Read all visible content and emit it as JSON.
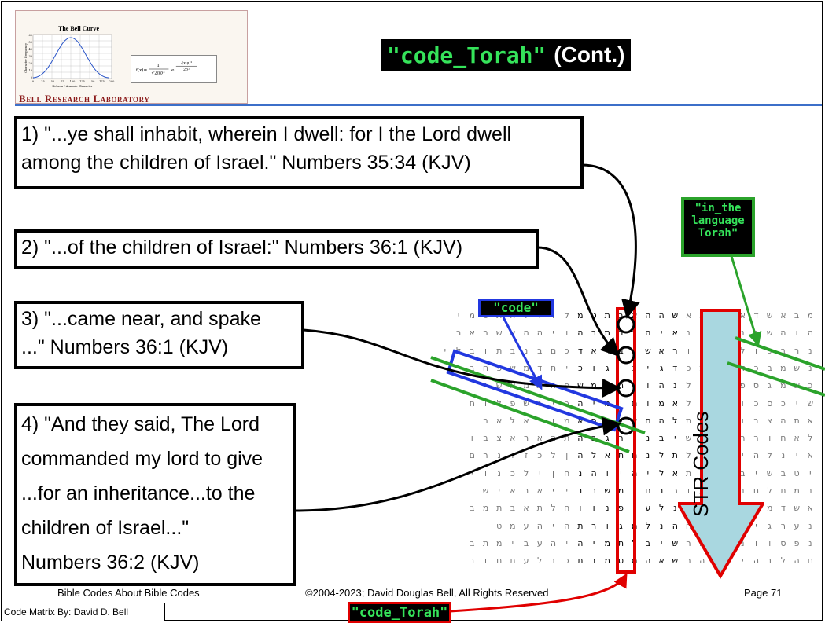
{
  "logo": {
    "chart_title": "The Bell Curve",
    "name": "Bell Research Laboratory",
    "y_axis_label": "Character Frequency",
    "x_axis_label": "Hebrew / Aramaic Character",
    "y_ticks": [
      "60",
      "50",
      "40",
      "30",
      "20",
      "10",
      "0"
    ],
    "x_ticks": [
      "0",
      "25",
      "50",
      "75",
      "100",
      "125",
      "150",
      "175",
      "200"
    ]
  },
  "title": {
    "code": "\"code_Torah\"",
    "suffix": "(Cont.)"
  },
  "quotes": {
    "q1": [
      "1) \"...ye shall inhabit, wherein I dwell: for I the Lord dwell",
      "among the children of Israel.\" Numbers 35:34 (KJV)"
    ],
    "q2": "2) \"...of the children of Israel:\" Numbers 36:1 (KJV)",
    "q3": [
      "3) \"...came near, and spake",
      "...\" Numbers 36:1 (KJV)"
    ],
    "q4": [
      "4) \"And they said, The Lord",
      "commanded my lord to give",
      "...for an inheritance...to the",
      "children of Israel...\"",
      "Numbers 36:2 (KJV)"
    ]
  },
  "tags": {
    "code": "\"code\"",
    "language": [
      "\"in_the",
      "language",
      "Torah\""
    ],
    "code_torah": "\"code_Torah\""
  },
  "matrix": {
    "rows": [
      "מבאשדאמחצאשההאבתטמלוולאתטמי",
      "הוהשכניהינאיהכבתבהויההאשראר",
      "נרבכולבכפוראשיבראדכםבנבתובלי",
      "נשמבכדבנמכדגיכיגוכיתדמשפחב",
      "כשמגספיבטלנהווהממשפחתמאשי",
      "שיכסכונבולאמותימיהכינשפלוח",
      "אתהצבולצותלהםאלתחאמויאלאר",
      "לאחוררוכעשיבנורגבהתהאראצבו",
      "אינלהיפחצלתלנחתאלהןלכזונרם",
      "יטבשיבנמהתאליהיוהנחןילכנוי",
      "נמתלחנעהעורנםימשבנייאראיש",
      "אשדמטמהתלחנלעופנווחלתאבתמב",
      "נערגיינולחהנלמגורתהיהעמט",
      "נפסוונולארשיבלתמיהיהעבימתב",
      "םהלנהייתהרשאהמטמנתכנלעתחוב"
    ],
    "str_label": "STR Codes"
  },
  "footer": {
    "left": "Bible Codes About Bible Codes",
    "center": "©2004-2023; David Douglas Bell, All Rights Reserved",
    "page": "Page 71",
    "credit": "Code Matrix By: David D. Bell"
  },
  "colors": {
    "accent_green": "#35e35a",
    "frame_blue": "#2238e0",
    "frame_green": "#2ba32b",
    "frame_red": "#e00000",
    "arrow_fill": "#a9d7e0"
  }
}
